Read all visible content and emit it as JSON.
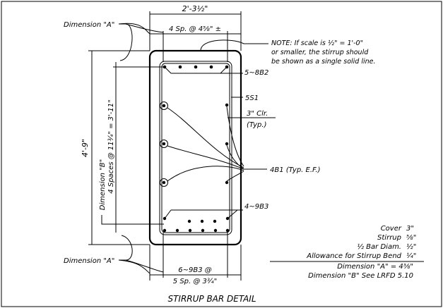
{
  "title": "STIRRUP BAR DETAIL",
  "dims": {
    "top_overall": "2'-3½\"",
    "top_spacing": "4 Sp. @ 4⅝\" ±",
    "height": "4'-9\"",
    "vert_spacing": "4 Spaces @ 11¾\" = 3'-11\"",
    "dim_b": "Dimension \"B\"",
    "dim_a_top": "Dimension \"A\"",
    "dim_a_bottom": "Dimension \"A\"",
    "bottom_line1": "6~9B3 @",
    "bottom_line2": "5 Sp. @ 3¾\""
  },
  "note": {
    "line1": "NOTE: If scale is ½\" = 1'-0\"",
    "line2": "or smaller, the stirrup should",
    "line3": "be shown as a single solid line."
  },
  "callouts": {
    "b2": "5~8B2",
    "s1": "5S1",
    "clr1": "3\" Clr.",
    "clr2": "(Typ.)",
    "b1": "4B1 (Typ. E.F.)",
    "b3": "4~9B3"
  },
  "table": {
    "rows": [
      {
        "label": "Cover",
        "value": "3\""
      },
      {
        "label": "Stirrup",
        "value": "⅝\""
      },
      {
        "label": "½ Bar Diam.",
        "value": "½\""
      },
      {
        "label": "Allowance for Stirrup Bend",
        "value": "¼\""
      }
    ],
    "result_a": "Dimension \"A\" = 4⅜\"",
    "result_b": "Dimension \"B\" See LRFD 5.10"
  }
}
